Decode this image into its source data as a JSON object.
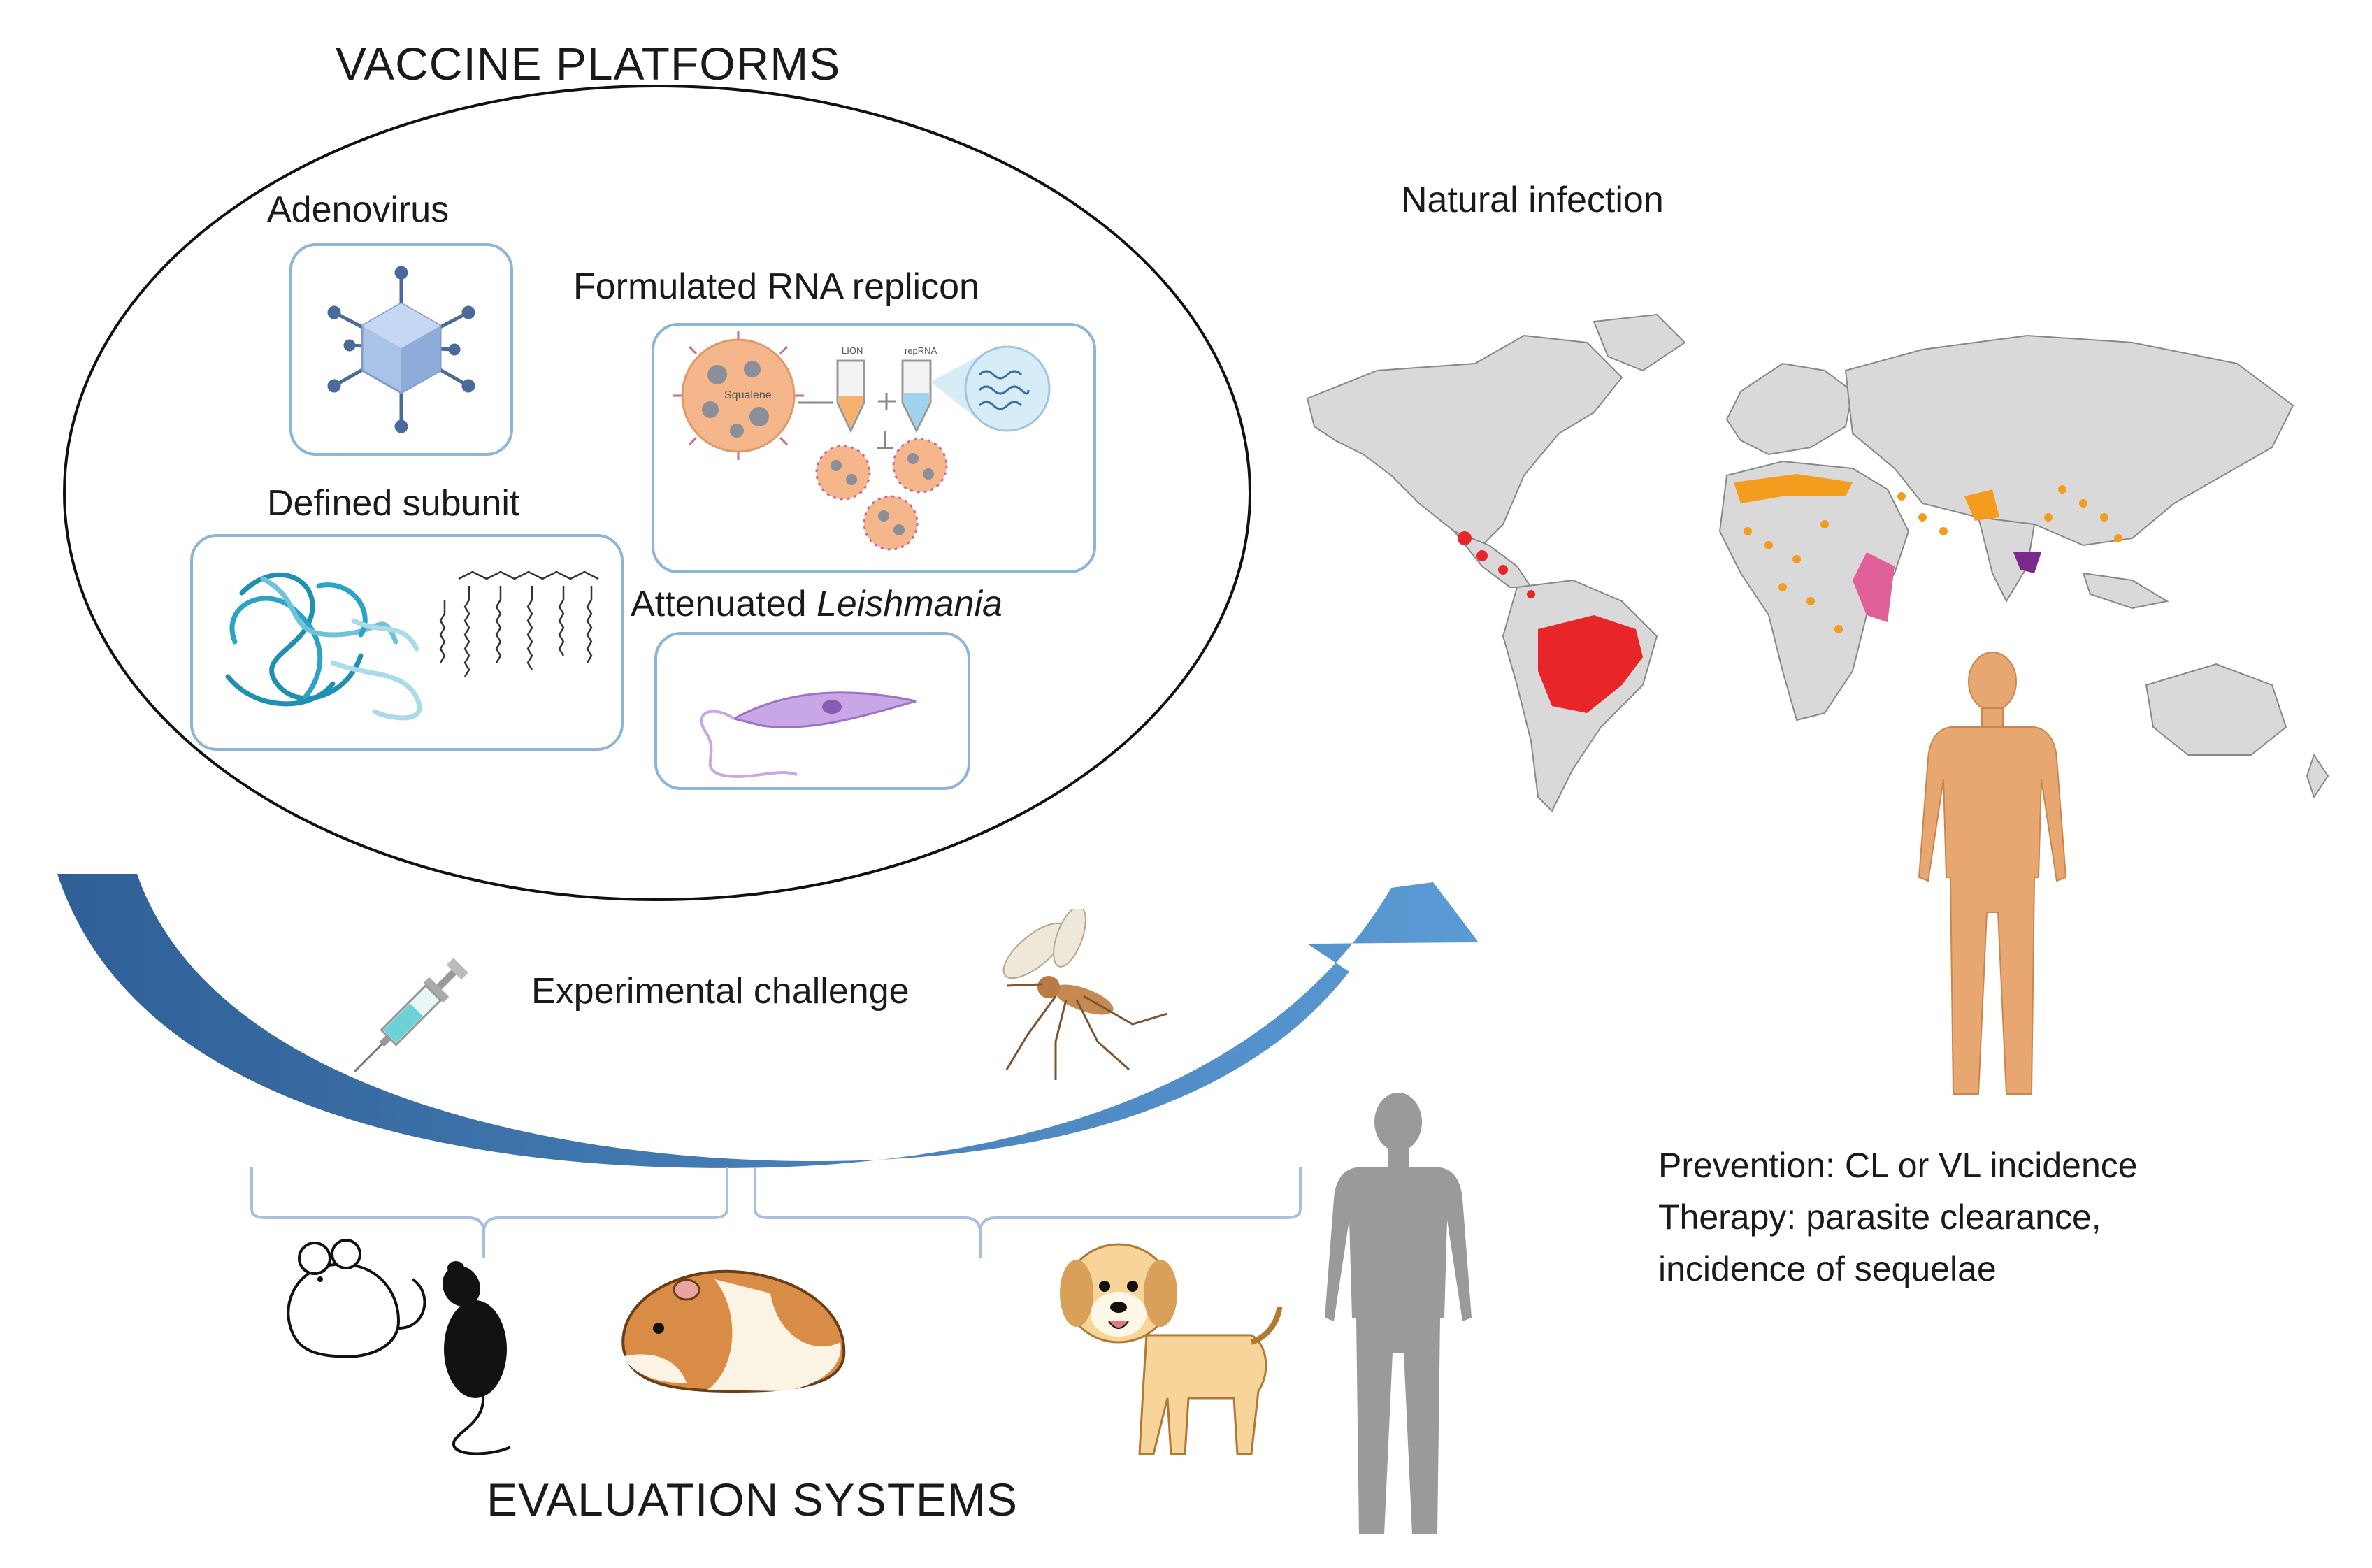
{
  "header": {
    "title": "VACCINE PLATFORMS"
  },
  "platforms": {
    "adenovirus": "Adenovirus",
    "rna_replicon": "Formulated RNA replicon",
    "defined_subunit": "Defined subunit",
    "attenuated_prefix": "Attenuated",
    "attenuated_genus": "Leishmania"
  },
  "rna_diagram": {
    "particle_label": "Squalene",
    "tube1_label": "LION",
    "tube2_label": "repRNA"
  },
  "map": {
    "title": "Natural infection"
  },
  "arrow": {
    "label": "Experimental challenge"
  },
  "outcomes": {
    "line1": "Prevention: CL or VL incidence",
    "line2": "Therapy: parasite clearance,",
    "line3": "incidence of sequelae"
  },
  "footer": {
    "title": "EVALUATION SYSTEMS"
  },
  "colors": {
    "arrow_dark": "#2f5f96",
    "arrow_light": "#5b9bd5",
    "card_border": "#8fb3d9",
    "map_land": "#d9d9d9",
    "endemic_red": "#e8262a",
    "endemic_orange": "#f39c1e",
    "endemic_pink": "#e0609a",
    "endemic_purple": "#7b2a8c",
    "human_skin": "#e8a770",
    "human_gray": "#9a9a9a"
  }
}
